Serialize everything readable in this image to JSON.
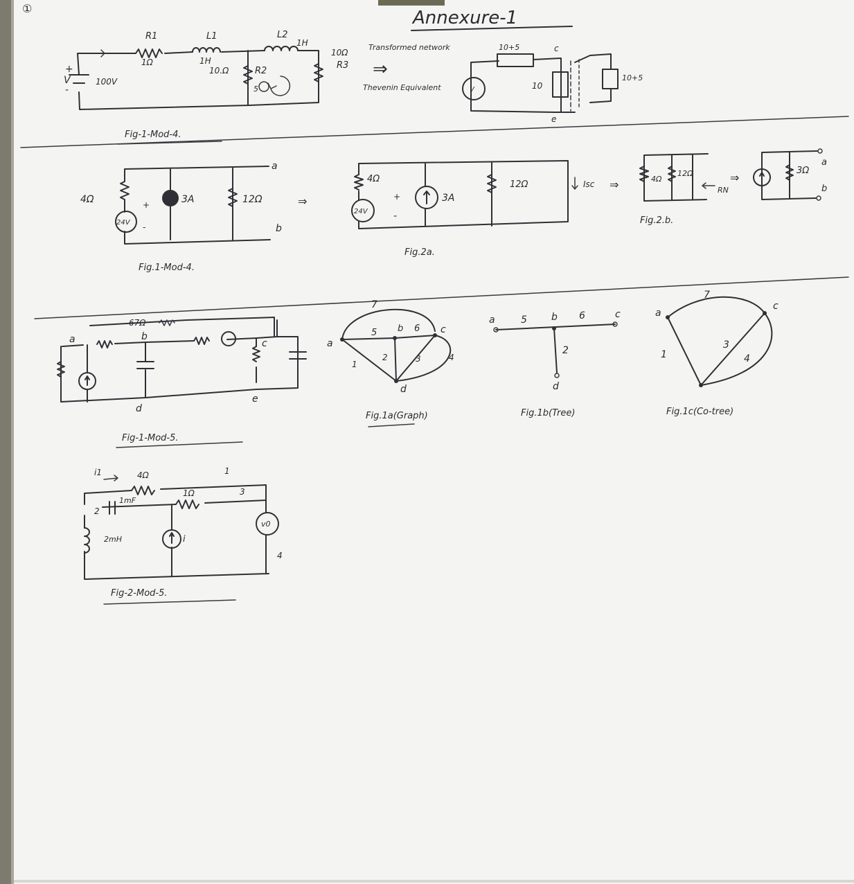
{
  "page": {
    "corner_mark": "①",
    "title": "Annexure-1",
    "paper_color": "#f4f4f2",
    "ink_color": "#2f2f35",
    "binding_color": "#7d7a6e"
  },
  "sec1": {
    "caption": "Fig-1-Mod-4.",
    "r1_label": "R1",
    "r1_value": "1Ω",
    "l1_label": "L1",
    "l1_value": "1H",
    "l2_label": "L2",
    "l2_value": "1H",
    "v_plus": "+",
    "v_label": "V",
    "v_minus": "-",
    "source_value": "100V",
    "r2_value": "10.Ω",
    "r2_label": "R2",
    "r3_value": "10Ω",
    "r3_label": "R3",
    "loop_label": "5",
    "arrow": "⇒",
    "transformed_label": "Transformed network",
    "thevenin_label": "Thevenin Equivalent",
    "series_r": "10+5",
    "source_label": "V",
    "shunt_r": "10",
    "load_r": "10+5",
    "node_c": "c",
    "node_e": "e"
  },
  "sec2": {
    "caption": "Fig.1-Mod-4.",
    "r4": "4Ω",
    "v24": "24V",
    "i3": "3A",
    "r12": "12Ω",
    "node_a": "a",
    "node_b": "b",
    "plus": "+",
    "minus": "-",
    "arrow": "⇒",
    "fig2a_caption": "Fig.2a.",
    "isc": "Isc",
    "fig2b_caption": "Fig.2.b.",
    "r4b": "4Ω",
    "r12b": "12Ω",
    "rn": "RN",
    "r3": "3Ω"
  },
  "sec3": {
    "caption": "Fig-1-Mod-5.",
    "top_label": "67Ω",
    "node_a": "a",
    "node_b": "b",
    "node_c": "c",
    "node_d": "d",
    "node_e": "e",
    "graph_caption": "Fig.1a(Graph)",
    "tree_caption": "Fig.1b(Tree)",
    "cotree_caption": "Fig.1c(Co-tree)",
    "g_node_a": "a",
    "g_node_b": "b",
    "g_node_c": "c",
    "g_node_d": "d",
    "g_e7": "7",
    "g_e5": "5",
    "g_e6": "6",
    "g_e2": "2",
    "g_e1": "1",
    "g_e3": "3",
    "g_e4": "4",
    "t_a": "a",
    "t_5": "5",
    "t_b": "b",
    "t_6": "6",
    "t_c": "c",
    "t_2": "2",
    "t_d": "d",
    "c_7": "7",
    "c_a": "a",
    "c_c": "c",
    "c_1": "1",
    "c_3": "3",
    "c_4": "4"
  },
  "sec4": {
    "caption": "Fig-2-Mod-5.",
    "i1": "i1",
    "r4": "4Ω",
    "n1": "1",
    "n3": "3",
    "c1": "1mF",
    "r1": "1Ω",
    "n2": "2",
    "l2": "2mH",
    "isrc": "i",
    "vsrc": "v0",
    "n4": "4"
  }
}
